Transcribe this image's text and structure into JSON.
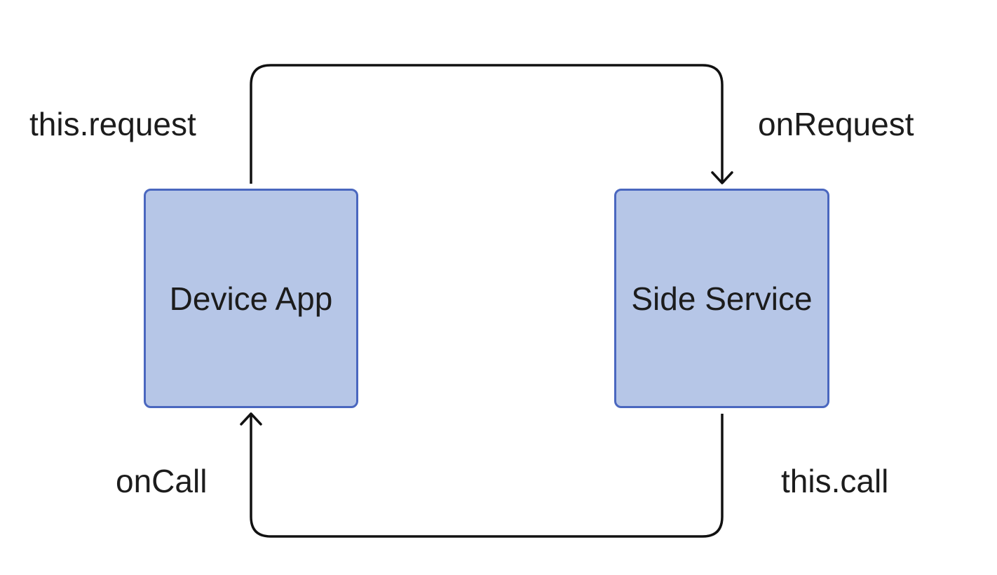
{
  "colors": {
    "node_fill": "#b6c6e7",
    "node_border": "#4a67bf",
    "edge_stroke": "#111111",
    "text": "#1c1c1c",
    "background": "#ffffff"
  },
  "nodes": {
    "device_app": {
      "label": "Device App"
    },
    "side_service": {
      "label": "Side Service"
    }
  },
  "edges": {
    "request": {
      "from": "Device App",
      "to": "Side Service",
      "source_label": "this.request",
      "target_label": "onRequest"
    },
    "call": {
      "from": "Side Service",
      "to": "Device App",
      "source_label": "this.call",
      "target_label": "onCall"
    }
  }
}
